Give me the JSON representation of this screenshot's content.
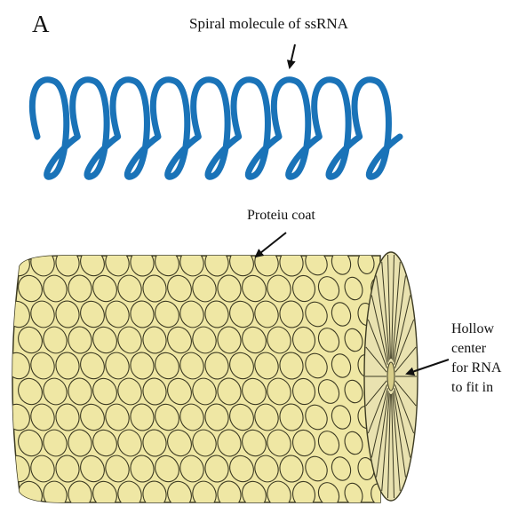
{
  "diagram": {
    "panel_letter": "A",
    "labels": {
      "spiral": "Spiral molecule of ssRNA",
      "coat": "Proteiu coat",
      "hollow_lines": [
        "Hollow",
        "center",
        "for RNA",
        "to fit in"
      ]
    }
  },
  "colors": {
    "rna_spiral": "#1a73b8",
    "capsomere_fill": "#efe7a4",
    "capsomere_stroke": "#3c3a22",
    "end_fill": "#e9e2b0",
    "arrow": "#111111"
  },
  "icons": {
    "spiral": "rna-helix-icon",
    "capsid": "protein-coat-icon",
    "arrows": "pointer-arrow-icon"
  }
}
